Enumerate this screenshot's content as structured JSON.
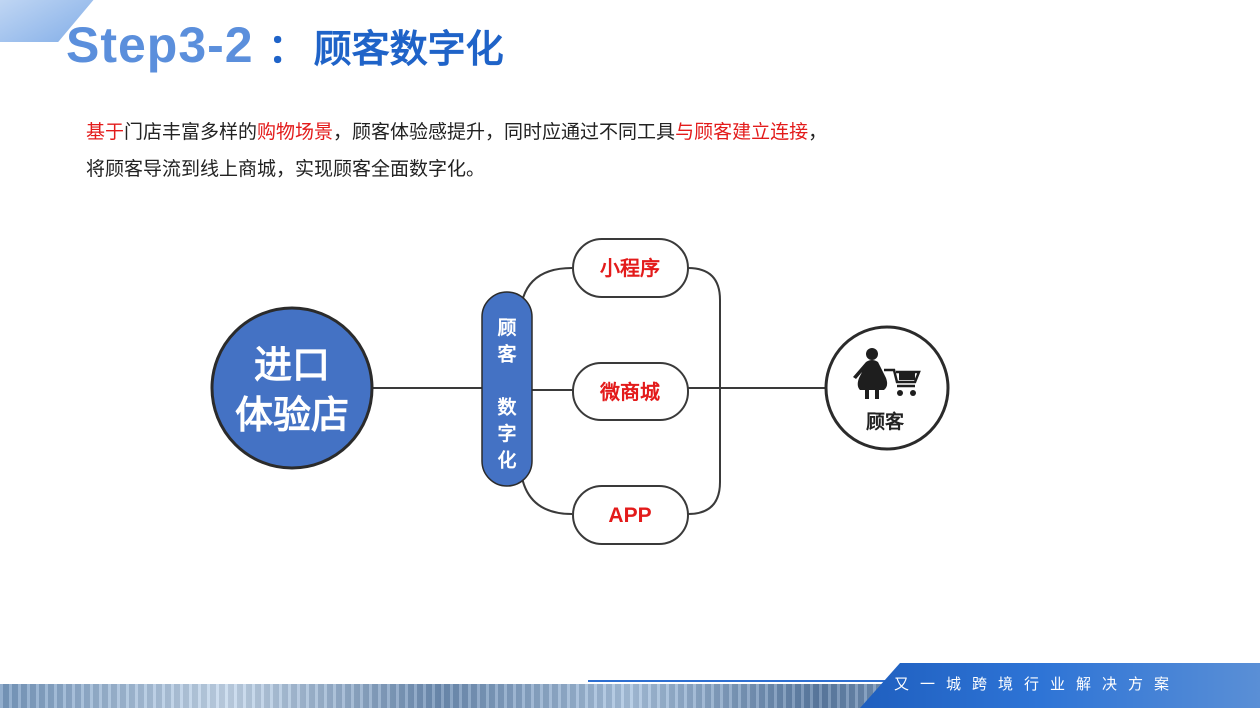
{
  "header": {
    "title_step": "Step3-2",
    "title_colon": "：",
    "title_main": "顾客数字化"
  },
  "description": {
    "line1": [
      {
        "text": "基于",
        "highlight": true
      },
      {
        "text": "门店丰富多样的",
        "highlight": false
      },
      {
        "text": "购物场景",
        "highlight": true
      },
      {
        "text": "，顾客体验感提升，同时应通过不同工具",
        "highlight": false
      },
      {
        "text": "与顾客建立连接",
        "highlight": true
      },
      {
        "text": "，",
        "highlight": false
      }
    ],
    "line2": [
      {
        "text": "将顾客导流到线上商城，实现顾客全面数字化。",
        "highlight": false
      }
    ]
  },
  "diagram": {
    "store": {
      "line1": "进口",
      "line2": "体验店"
    },
    "hub": [
      "顾",
      "客",
      "",
      "数",
      "字",
      "化"
    ],
    "channels": [
      "小程序",
      "微商城",
      "APP"
    ],
    "customer": {
      "label": "顾客",
      "icon": "shopper-cart-icon"
    }
  },
  "footer": {
    "tagline": "又一城跨境行业解决方案"
  },
  "colors": {
    "accent_blue": "#1f63c8",
    "step_blue": "#5b8fdc",
    "circle_fill": "#4472c4",
    "highlight_red": "#e31b1b",
    "line_dark": "#3a3a3a"
  }
}
